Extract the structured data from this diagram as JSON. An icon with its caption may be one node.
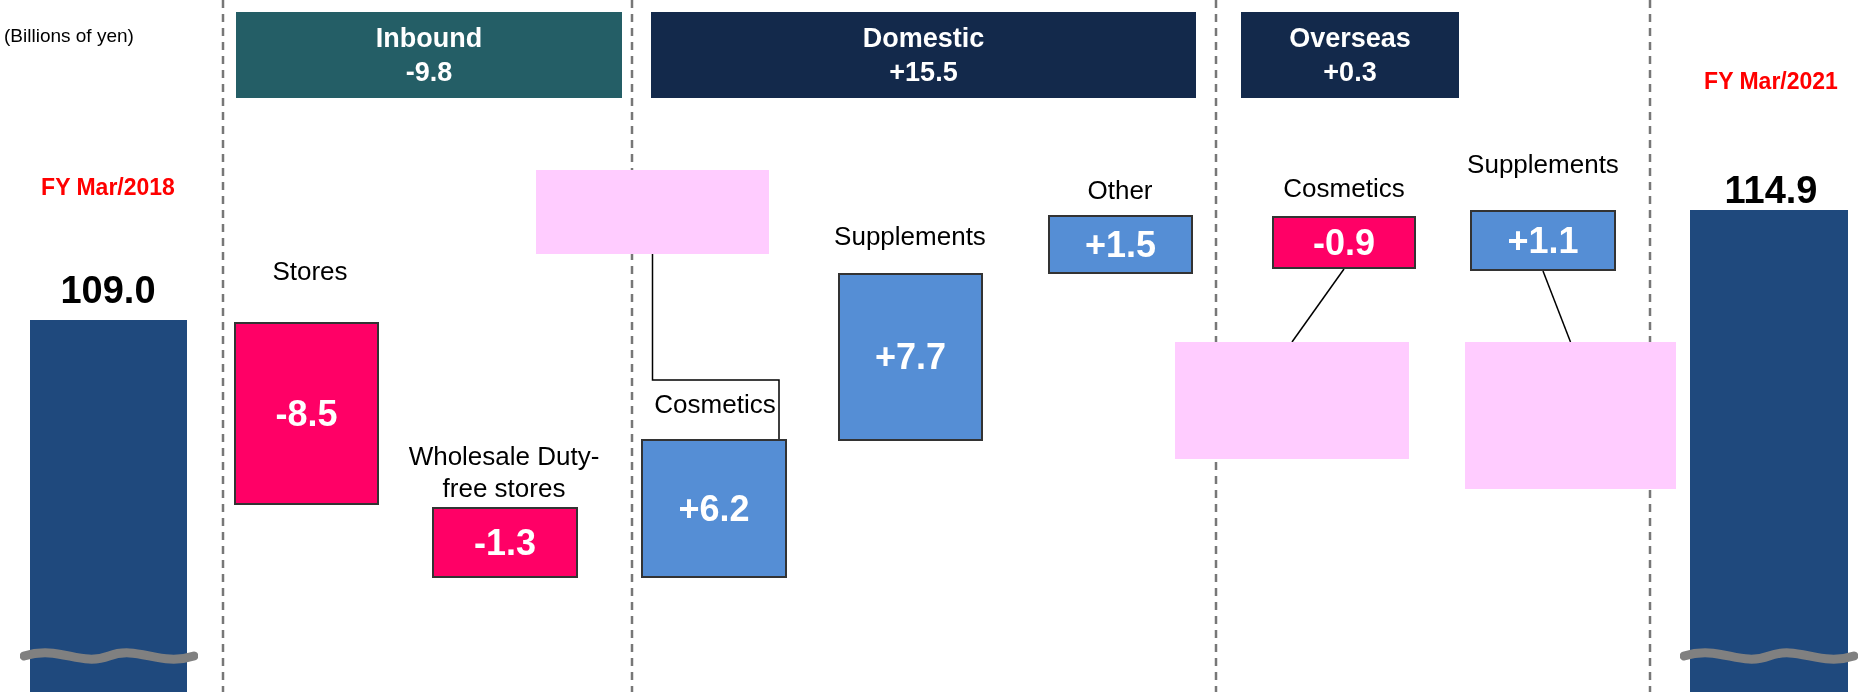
{
  "diagram": {
    "nodes": [
      {
        "text": [
          "Inbound",
          "-9.8"
        ]
      },
      {
        "text": [
          "Domestic",
          "+15.5"
        ]
      },
      {
        "text": [
          "Overseas",
          "+0.3"
        ]
      },
      {
        "text": [],
        "shape": "bar",
        "beside": [
          "FY Mar/2018",
          "109.0"
        ]
      },
      {
        "text": [
          "-8.5"
        ],
        "beside": [
          "Stores"
        ]
      },
      {
        "text": [
          "-1.3"
        ],
        "beside": [
          "Wholesale Duty-free stores"
        ]
      },
      {
        "text": [],
        "shape": "box"
      },
      {
        "text": [
          "+6.2"
        ],
        "beside": [
          "Cosmetics"
        ]
      },
      {
        "text": [
          "+7.7"
        ],
        "beside": [
          "Supplements"
        ]
      },
      {
        "text": [
          "+1.5"
        ],
        "beside": [
          "Other"
        ]
      },
      {
        "text": [
          "-0.9"
        ],
        "beside": [
          "Cosmetics"
        ]
      },
      {
        "text": [],
        "shape": "box"
      },
      {
        "text": [
          "+1.1"
        ],
        "beside": [
          "Supplements"
        ]
      },
      {
        "text": [],
        "shape": "box"
      },
      {
        "text": [],
        "shape": "bar",
        "beside": [
          "FY Mar/2021",
          "114.9"
        ]
      }
    ],
    "edges": [
      {
        "from": 6,
        "to": 7,
        "arrow": "none"
      },
      {
        "from": 11,
        "to": 10,
        "arrow": "none"
      },
      {
        "from": 13,
        "to": 12,
        "arrow": "none"
      }
    ],
    "labels": [
      "(Billions of yen)"
    ]
  }
}
